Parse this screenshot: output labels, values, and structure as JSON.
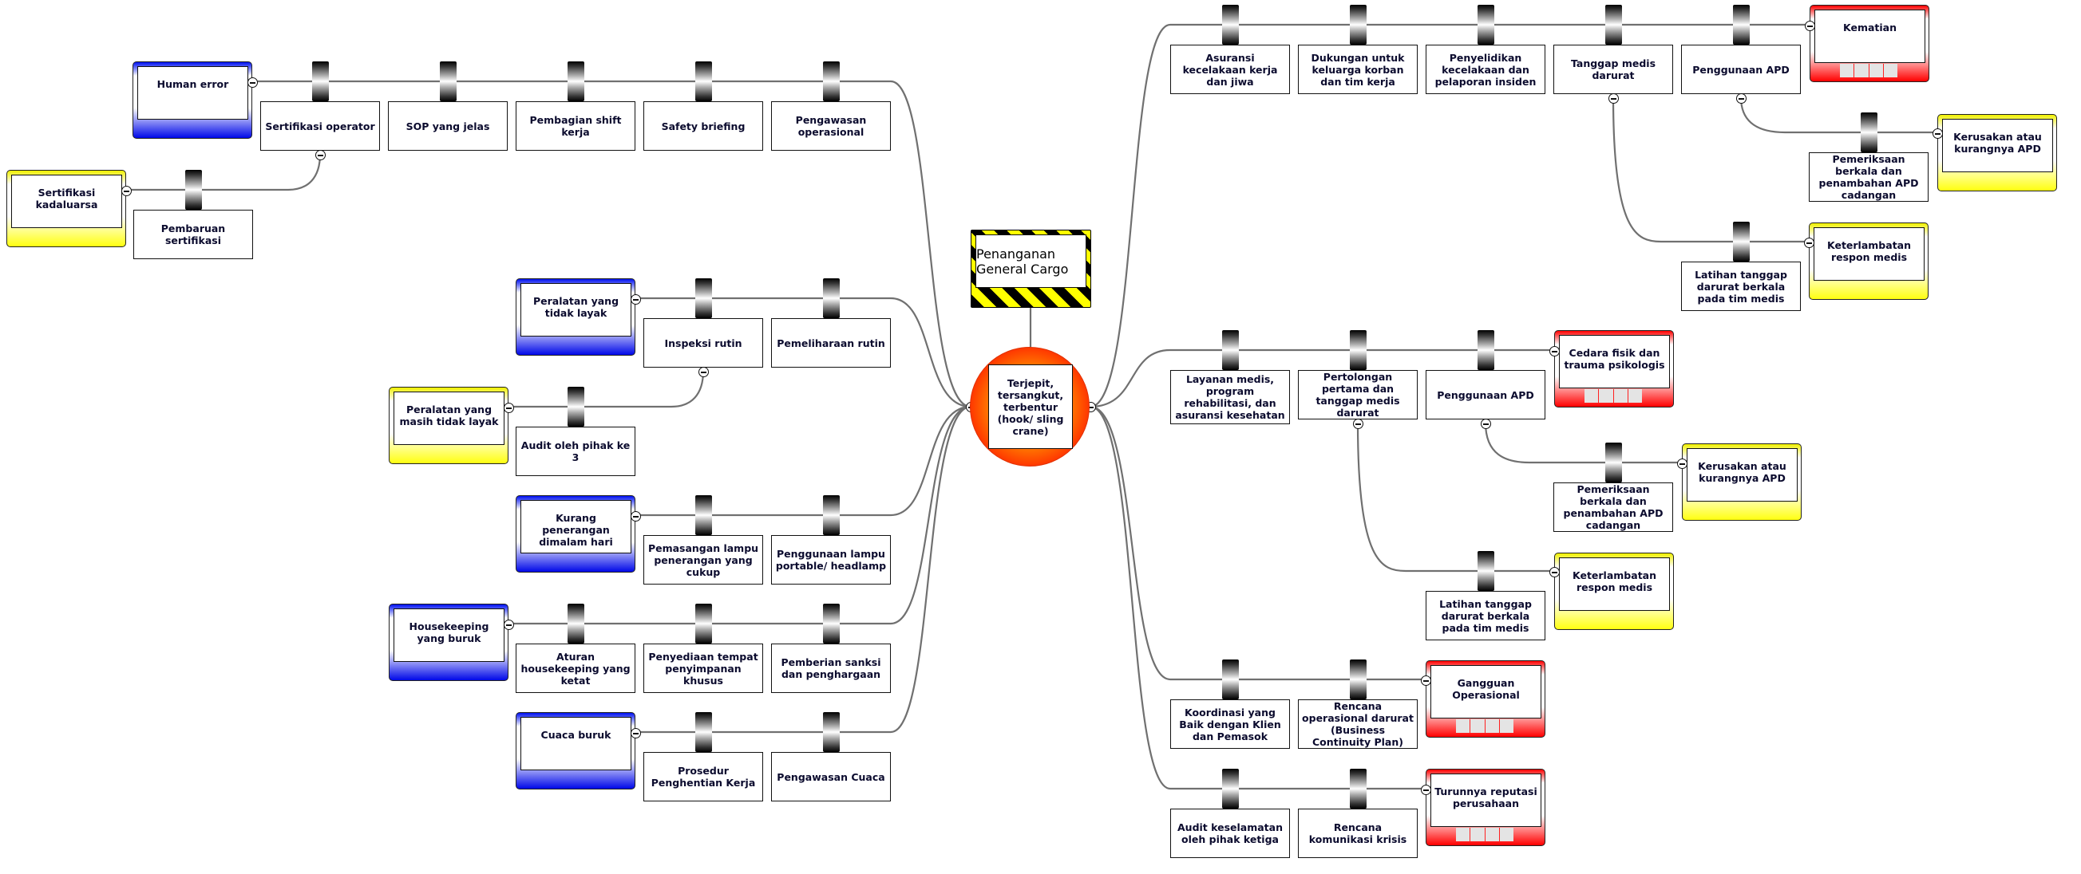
{
  "hazard": {
    "label": "Penanganan General Cargo"
  },
  "top_event": {
    "label": "Terjepit, tersangkut, terbentur (hook/ sling crane)"
  },
  "colors": {
    "threat": "#0010f0",
    "escalation": "#ffff00",
    "consequence": "#ff0000",
    "top_event_core": "#ffa500",
    "line": "#707070"
  },
  "threats": [
    {
      "label": "Human error",
      "barriers": [
        "Sertifikasi operator",
        "SOP yang jelas",
        "Pembagian shift kerja",
        "Safety briefing",
        "Pengawasan operasional"
      ],
      "escalation": {
        "label": "Sertifikasi kadaluarsa",
        "from_barrier": 0,
        "barriers": [
          "Pembaruan sertifikasi"
        ]
      }
    },
    {
      "label": "Peralatan yang tidak layak",
      "barriers": [
        "Inspeksi rutin",
        "Pemeliharaan rutin"
      ],
      "escalation": {
        "label": "Peralatan yang masih tidak layak",
        "from_barrier": 0,
        "barriers": [
          "Audit oleh pihak ke 3"
        ]
      }
    },
    {
      "label": "Kurang penerangan dimalam hari",
      "barriers": [
        "Pemasangan lampu penerangan yang cukup",
        "Penggunaan lampu portable/ headlamp"
      ]
    },
    {
      "label": "Housekeeping yang buruk",
      "barriers": [
        "Aturan housekeeping yang ketat",
        "Penyediaan tempat penyimpanan khusus",
        "Pemberian sanksi dan penghargaan"
      ]
    },
    {
      "label": "Cuaca buruk",
      "barriers": [
        "Prosedur Penghentian Kerja",
        "Pengawasan Cuaca"
      ]
    }
  ],
  "consequences": [
    {
      "label": "Kematian",
      "barriers": [
        "Asuransi kecelakaan kerja dan jiwa",
        "Dukungan untuk keluarga korban dan tim kerja",
        "Penyelidikan kecelakaan dan pelaporan insiden",
        "Tanggap medis darurat",
        "Penggunaan APD"
      ],
      "escalations": [
        {
          "label": "Kerusakan atau kurangnya APD",
          "from_barrier": 4,
          "barriers": [
            "Pemeriksaan berkala dan penambahan APD cadangan"
          ]
        },
        {
          "label": "Keterlambatan respon medis",
          "from_barrier": 3,
          "barriers": [
            "Latihan tanggap darurat berkala pada tim medis"
          ]
        }
      ]
    },
    {
      "label": "Cedara fisik dan trauma psikologis",
      "barriers": [
        "Layanan medis, program rehabilitasi, dan asuransi kesehatan",
        "Pertolongan pertama dan tanggap medis darurat",
        "Penggunaan APD"
      ],
      "escalations": [
        {
          "label": "Kerusakan atau kurangnya APD",
          "from_barrier": 2,
          "barriers": [
            "Pemeriksaan berkala dan penambahan APD cadangan"
          ]
        },
        {
          "label": "Keterlambatan respon medis",
          "from_barrier": 1,
          "barriers": [
            "Latihan tanggap darurat berkala pada tim medis"
          ]
        }
      ]
    },
    {
      "label": "Gangguan Operasional",
      "barriers": [
        "Koordinasi yang Baik dengan Klien dan Pemasok",
        "Rencana operasional darurat (Business Continuity Plan)"
      ],
      "escalations": []
    },
    {
      "label": "Turunnya reputasi perusahaan",
      "barriers": [
        "Audit keselamatan oleh pihak ketiga",
        "Rencana komunikasi krisis"
      ],
      "escalations": []
    }
  ]
}
